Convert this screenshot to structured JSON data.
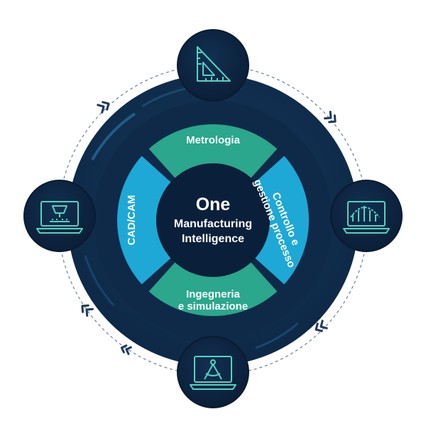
{
  "center": {
    "line1": "One",
    "line2": "Manufacturing",
    "line3": "Intelligence"
  },
  "segments": {
    "top": "Metrologia",
    "right_line1": "Controllo e",
    "right_line2": "gestione processo",
    "bottom_line1": "Ingegneria",
    "bottom_line2": "e simulazione",
    "left": "CAD/CAM"
  },
  "nodes": [
    {
      "name": "metrology-node",
      "icon": "set-square-ruler-icon"
    },
    {
      "name": "process-control-node",
      "icon": "laptop-chart-icon"
    },
    {
      "name": "engineering-node",
      "icon": "laptop-compass-icon"
    },
    {
      "name": "cadcam-node",
      "icon": "laptop-machining-icon"
    }
  ],
  "colors": {
    "teal": "#2aa78c",
    "blue": "#1ea8d6",
    "navy_outer": "#143456",
    "navy_mid": "#0f2a48",
    "navy_core": "#0a1f3a",
    "node_fill": "#0d2440",
    "icon_stroke": "#53d4bf",
    "chevron": "#1f3a5a"
  }
}
